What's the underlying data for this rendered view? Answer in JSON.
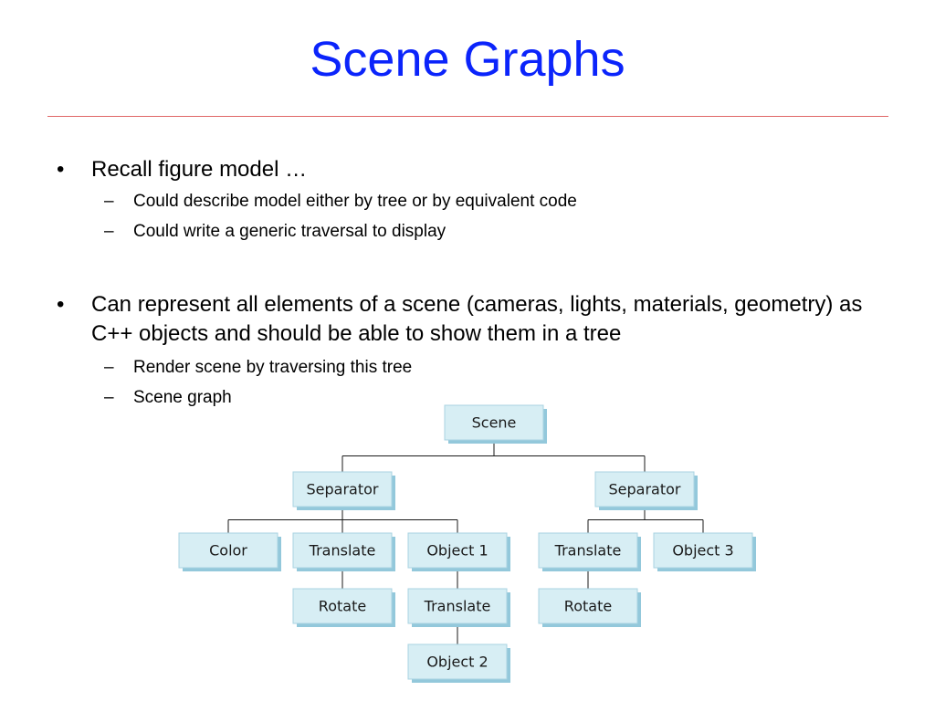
{
  "slide": {
    "title": "Scene Graphs",
    "bullets": [
      {
        "text": "Recall figure model …",
        "subs": [
          "Could describe model either by tree or by equivalent code",
          "Could write a generic traversal to display"
        ]
      },
      {
        "text": "Can represent all elements of a scene (cameras, lights, materials, geometry) as C++ objects and should be able to show them in a tree",
        "subs": [
          "Render scene by traversing this tree",
          "Scene graph"
        ]
      }
    ],
    "bullet_glyph": "•",
    "dash_glyph": "–"
  },
  "diagram": {
    "colors": {
      "title": "#0b24fb",
      "rule": "#e06666",
      "node_fill": "#d7eef4",
      "node_shadow": "#93c8db",
      "node_border": "#a8d3e2",
      "edge": "#1a1a1a"
    },
    "nodes": [
      {
        "id": "scene",
        "label": "Scene"
      },
      {
        "id": "sep1",
        "label": "Separator"
      },
      {
        "id": "sep2",
        "label": "Separator"
      },
      {
        "id": "color",
        "label": "Color"
      },
      {
        "id": "translate1",
        "label": "Translate"
      },
      {
        "id": "object1",
        "label": "Object 1"
      },
      {
        "id": "translate3",
        "label": "Translate"
      },
      {
        "id": "object3",
        "label": "Object 3"
      },
      {
        "id": "rotate1",
        "label": "Rotate"
      },
      {
        "id": "translate2",
        "label": "Translate"
      },
      {
        "id": "rotate2",
        "label": "Rotate"
      },
      {
        "id": "object2",
        "label": "Object 2"
      }
    ],
    "edges": [
      [
        "scene",
        "sep1"
      ],
      [
        "scene",
        "sep2"
      ],
      [
        "sep1",
        "color"
      ],
      [
        "sep1",
        "translate1"
      ],
      [
        "sep1",
        "object1"
      ],
      [
        "sep2",
        "translate3"
      ],
      [
        "sep2",
        "object3"
      ],
      [
        "translate1",
        "rotate1"
      ],
      [
        "object1",
        "translate2"
      ],
      [
        "translate3",
        "rotate2"
      ],
      [
        "translate2",
        "object2"
      ]
    ]
  }
}
